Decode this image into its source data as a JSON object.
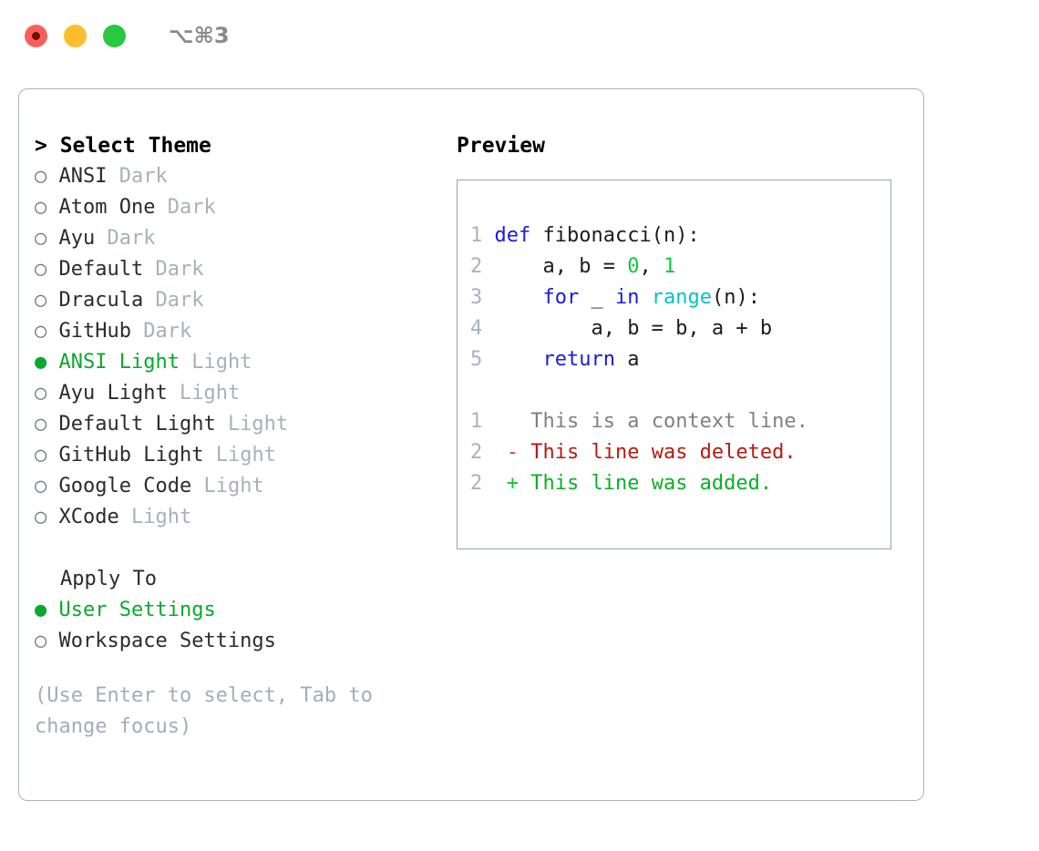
{
  "titlebar": {
    "shortcut": "⌥⌘3",
    "buttons": [
      {
        "name": "close",
        "color": "#fb6058"
      },
      {
        "name": "minimize",
        "color": "#fdbd2e"
      },
      {
        "name": "maximize",
        "color": "#28c840"
      }
    ]
  },
  "theme_picker": {
    "header": "> Select Theme",
    "items": [
      {
        "marker": "○",
        "name": "ANSI",
        "kind": "Dark",
        "selected": false
      },
      {
        "marker": "○",
        "name": "Atom One",
        "kind": "Dark",
        "selected": false
      },
      {
        "marker": "○",
        "name": "Ayu",
        "kind": "Dark",
        "selected": false
      },
      {
        "marker": "○",
        "name": "Default",
        "kind": "Dark",
        "selected": false
      },
      {
        "marker": "○",
        "name": "Dracula",
        "kind": "Dark",
        "selected": false
      },
      {
        "marker": "○",
        "name": "GitHub",
        "kind": "Dark",
        "selected": false
      },
      {
        "marker": "●",
        "name": "ANSI Light",
        "kind": "Light",
        "selected": true
      },
      {
        "marker": "○",
        "name": "Ayu Light",
        "kind": "Light",
        "selected": false
      },
      {
        "marker": "○",
        "name": "Default Light",
        "kind": "Light",
        "selected": false
      },
      {
        "marker": "○",
        "name": "GitHub Light",
        "kind": "Light",
        "selected": false
      },
      {
        "marker": "○",
        "name": "Google Code",
        "kind": "Light",
        "selected": false
      },
      {
        "marker": "○",
        "name": "XCode",
        "kind": "Light",
        "selected": false
      }
    ]
  },
  "apply_to": {
    "label": "Apply To",
    "items": [
      {
        "marker": "●",
        "name": "User Settings",
        "selected": true
      },
      {
        "marker": "○",
        "name": "Workspace Settings",
        "selected": false
      }
    ]
  },
  "hint": "(Use Enter to select, Tab to change focus)",
  "preview": {
    "title": "Preview",
    "code_lines": [
      {
        "num": "1",
        "tokens": [
          {
            "t": "def",
            "c": "kw"
          },
          {
            "t": " fibonacci(n):",
            "c": "plain"
          }
        ]
      },
      {
        "num": "2",
        "tokens": [
          {
            "t": "    a, b = ",
            "c": "plain"
          },
          {
            "t": "0",
            "c": "num"
          },
          {
            "t": ", ",
            "c": "plain"
          },
          {
            "t": "1",
            "c": "num"
          }
        ]
      },
      {
        "num": "3",
        "tokens": [
          {
            "t": "    ",
            "c": "plain"
          },
          {
            "t": "for",
            "c": "kw"
          },
          {
            "t": " _ ",
            "c": "plain"
          },
          {
            "t": "in",
            "c": "kw"
          },
          {
            "t": " ",
            "c": "plain"
          },
          {
            "t": "range",
            "c": "fn"
          },
          {
            "t": "(n):",
            "c": "plain"
          }
        ]
      },
      {
        "num": "4",
        "tokens": [
          {
            "t": "        a, b = b, a + b",
            "c": "plain"
          }
        ]
      },
      {
        "num": "5",
        "tokens": [
          {
            "t": "    ",
            "c": "plain"
          },
          {
            "t": "return",
            "c": "kw"
          },
          {
            "t": " a",
            "c": "plain"
          }
        ]
      }
    ],
    "diff_lines": [
      {
        "num": "1",
        "marker": "  ",
        "text": "This is a context line.",
        "kind": "ctx"
      },
      {
        "num": "2",
        "marker": "- ",
        "text": "This line was deleted.",
        "kind": "del"
      },
      {
        "num": "2",
        "marker": "+ ",
        "text": "This line was added.",
        "kind": "add"
      }
    ]
  },
  "colors": {
    "accent_green": "#0aa82e",
    "muted": "#a8b0bd",
    "keyword_blue": "#1a1ae0",
    "function_cyan": "#00c4cc",
    "number_green": "#0ccb3a",
    "diff_delete": "#b51b10",
    "diff_add": "#0ab024",
    "panel_border": "#aab3c0",
    "preview_border": "#94a2b3"
  }
}
